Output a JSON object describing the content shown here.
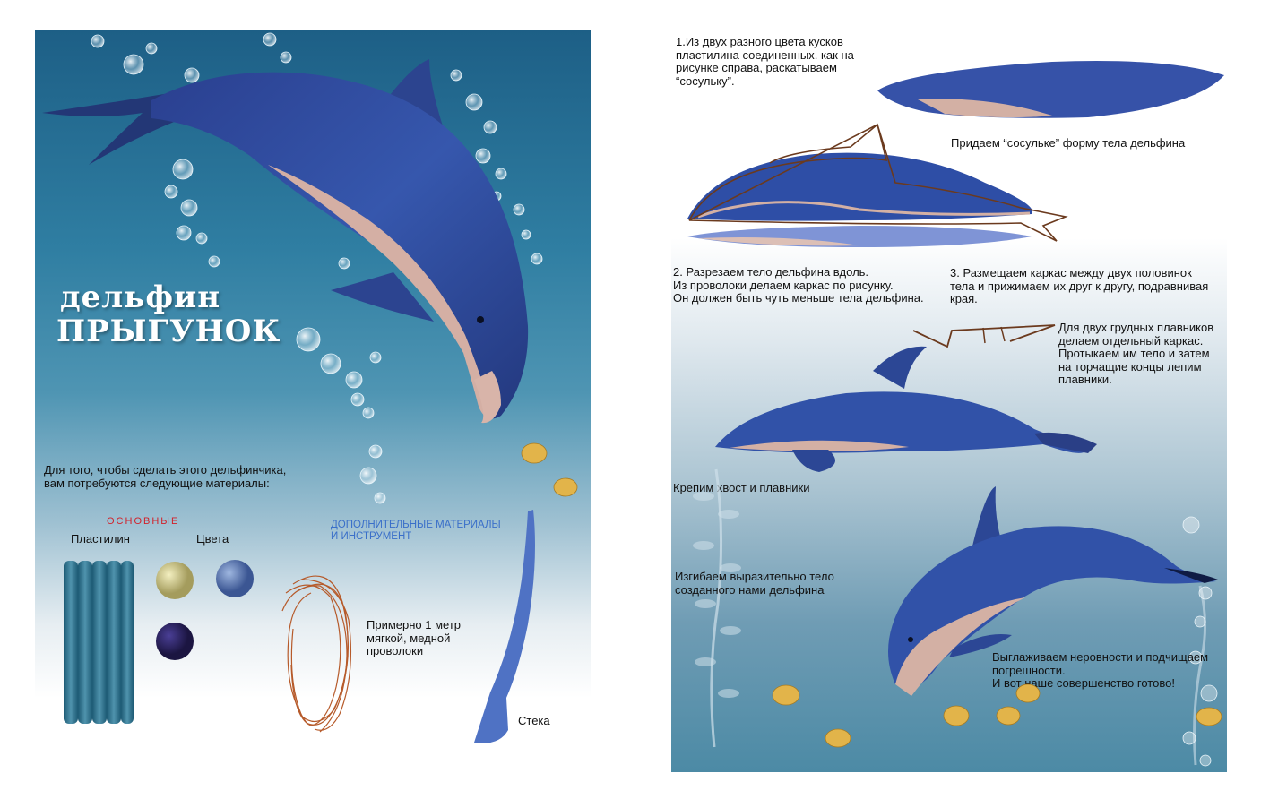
{
  "left_page": {
    "title_line1": "дельфин",
    "title_line2": "ПРЫГУНОК",
    "intro": "Для того, чтобы сделать этого дельфинчика,\nвам потребуются следующие материалы:",
    "basic_heading": "ОСНОВНЫЕ",
    "plasticine_label": "Пластилин",
    "colors_label": "Цвета",
    "extra_heading": "ДОПОЛНИТЕЛЬНЫЕ МАТЕРИАЛЫ\nИ ИНСТРУМЕНТ",
    "wire_label": "Примерно 1 метр\nмягкой, медной\nпроволоки",
    "stack_label": "Стека"
  },
  "right_page": {
    "step1": "1.Из двух разного цвета кусков\nпластилина соединенных. как на\nрисунке справа, раскатываем\n“сосульку”.",
    "shape_body": "Придаем “сосульке” форму тела дельфина",
    "step2": "2. Разрезаем тело дельфина вдоль.\nИз проволоки делаем каркас по рисунку.\nОн должен быть чуть меньше тела дельфина.",
    "step3": "3. Размещаем каркас между двух половинок\nтела  и прижимаем их друг к другу, подравнивая\nкрая.",
    "pectoral": "Для двух грудных плавников\nделаем отдельный каркас.\nПротыкаем им тело и затем\nна торчащие концы лепим\nплавники.",
    "tail": "Крепим хвост и плавники",
    "bend": "Изгибаем выразительно тело\nсозданного нами дельфина",
    "finish": "Выглаживаем неровности и подчищаем\nпогрешности.\nИ вот наше совершенство готово!"
  },
  "colors": {
    "dolphin_blue": "#2e4fa3",
    "dolphin_belly": "#d9b3a8",
    "title_white": "#ffffff",
    "heading_red": "#d1222b",
    "heading_blue": "#3a6fc9",
    "wire_copper": "#b65a2a"
  }
}
